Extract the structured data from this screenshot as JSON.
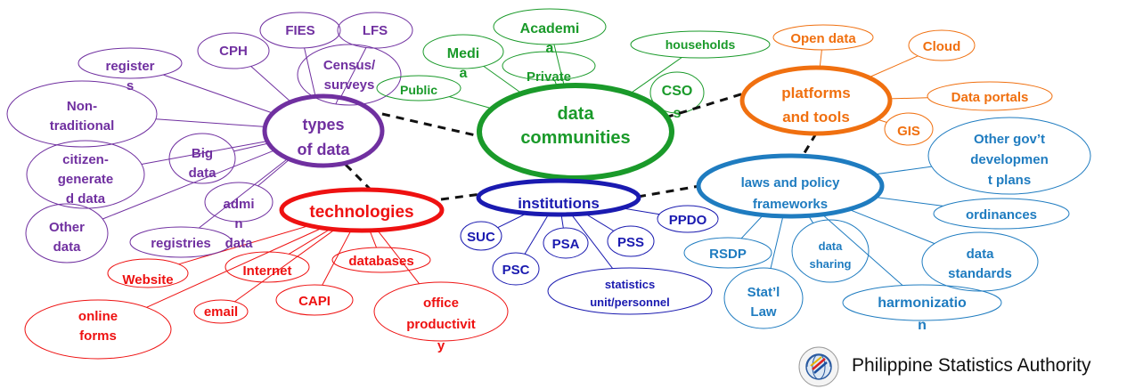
{
  "colors": {
    "communities": "#1a9a2a",
    "types": "#7030a0",
    "technologies": "#ee1111",
    "institutions": "#1a1ab0",
    "laws": "#1f7cc0",
    "platforms": "#f07010",
    "connector": "#111111"
  },
  "hubs": {
    "communities": [
      "data",
      "communities"
    ],
    "types": [
      "types",
      "of data"
    ],
    "technologies": [
      "technologies"
    ],
    "institutions": [
      "institutions"
    ],
    "laws": [
      "laws and policy",
      "frameworks"
    ],
    "platforms": [
      "platforms",
      "and tools"
    ]
  },
  "leaves": {
    "cph": [
      "CPH"
    ],
    "fies": [
      "FIES"
    ],
    "lfs": [
      "LFS"
    ],
    "census": [
      "Census/",
      "surveys"
    ],
    "registers": [
      "register",
      "s"
    ],
    "nontraditional": [
      "Non-",
      "traditional"
    ],
    "bigdata": [
      "Big",
      "data"
    ],
    "citizen": [
      "citizen-",
      "generate",
      "d data"
    ],
    "admin": [
      "admi",
      "n",
      "data"
    ],
    "otherdata": [
      "Other",
      "data"
    ],
    "registries": [
      "registries"
    ],
    "academia": [
      "Academi",
      "a"
    ],
    "media": [
      "Medi",
      "a"
    ],
    "private": [
      "Private"
    ],
    "households": [
      "households"
    ],
    "public": [
      "Public"
    ],
    "cso": [
      "CSO",
      "s"
    ],
    "opendata": [
      "Open data"
    ],
    "cloud": [
      "Cloud"
    ],
    "dataportals": [
      "Data portals"
    ],
    "gis": [
      "GIS"
    ],
    "website": [
      "Website"
    ],
    "internet": [
      "Internet"
    ],
    "databases": [
      "databases"
    ],
    "email": [
      "email"
    ],
    "capi": [
      "CAPI"
    ],
    "onlineforms": [
      "online",
      "forms"
    ],
    "office": [
      "office",
      "productivit",
      "y"
    ],
    "suc": [
      "SUC"
    ],
    "psa": [
      "PSA"
    ],
    "pss": [
      "PSS"
    ],
    "ppdo": [
      "PPDO"
    ],
    "psc": [
      "PSC"
    ],
    "statunit": [
      "statistics",
      "unit/personnel"
    ],
    "othergov": [
      "Other gov’t",
      "developmen",
      "t plans"
    ],
    "ordinances": [
      "ordinances"
    ],
    "datastandards": [
      "data",
      "standards"
    ],
    "harmonization": [
      "harmonizatio",
      "n"
    ],
    "datasharing": [
      "data",
      "sharing"
    ],
    "rsdp": [
      "RSDP"
    ],
    "statlaw": [
      "Stat’l",
      "Law"
    ]
  },
  "brand": {
    "name": "Philippine Statistics Authority",
    "logo_ring_text": "Philippine Statistics Authority"
  }
}
